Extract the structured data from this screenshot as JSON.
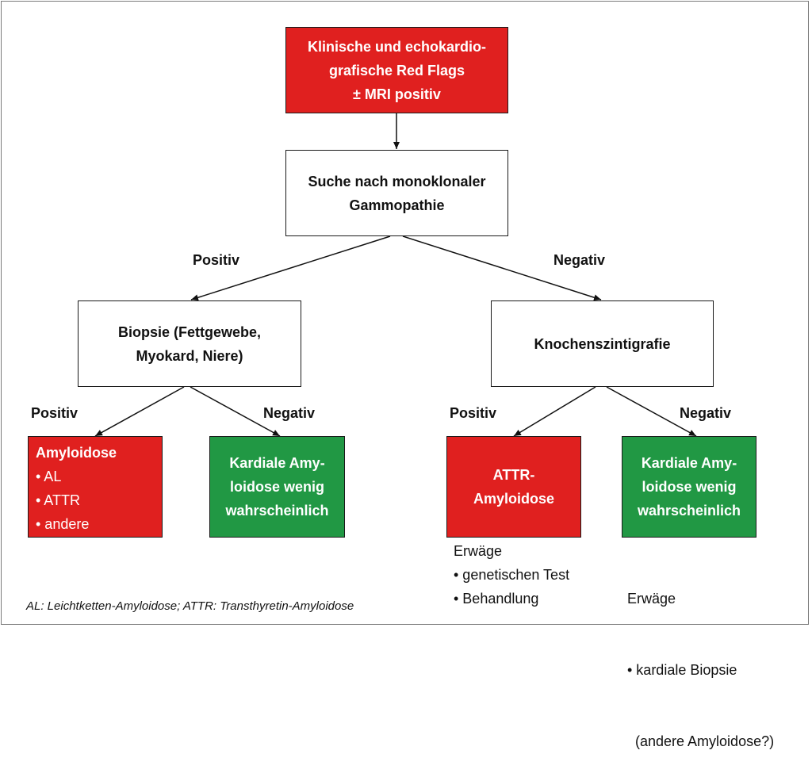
{
  "nodes": {
    "start": {
      "lines": [
        "Klinische und echokardio-",
        "grafische Red Flags",
        "± MRI positiv"
      ],
      "color": "#e0201f"
    },
    "search": {
      "lines": [
        "Suche nach monoklonaler",
        "Gammopathie"
      ]
    },
    "biopsy": {
      "lines": [
        "Biopsie (Fettgewebe,",
        "Myokard, Niere)"
      ]
    },
    "scintigraphy": {
      "lines": [
        "Knochenszintigrafie"
      ]
    },
    "amyloidosis": {
      "title": "Amyloidose",
      "items": [
        "• AL",
        "• ATTR",
        "• andere"
      ],
      "color": "#e0201f"
    },
    "unlikely_left": {
      "lines": [
        "Kardiale Amy-",
        "loidose wenig",
        "wahrscheinlich"
      ],
      "color": "#219844"
    },
    "attr": {
      "lines": [
        "ATTR-",
        "Amyloidose"
      ],
      "color": "#e0201f"
    },
    "unlikely_right": {
      "lines": [
        "Kardiale Amy-",
        "loidose wenig",
        "wahrscheinlich"
      ],
      "color": "#219844"
    }
  },
  "edge_labels": {
    "search_pos": "Positiv",
    "search_neg": "Negativ",
    "biopsy_pos": "Positiv",
    "biopsy_neg": "Negativ",
    "scint_pos": "Positiv",
    "scint_neg": "Negativ"
  },
  "notes": {
    "attr": [
      "Erwäge",
      "• genetischen Test",
      "• Behandlung"
    ],
    "unlikely_right": [
      "Erwäge",
      "• kardiale Biopsie",
      "  (andere Amyloidose?)"
    ]
  },
  "footnote": "AL: Leichtketten-Amyloidose; ATTR: Transthyretin-Amyloidose"
}
